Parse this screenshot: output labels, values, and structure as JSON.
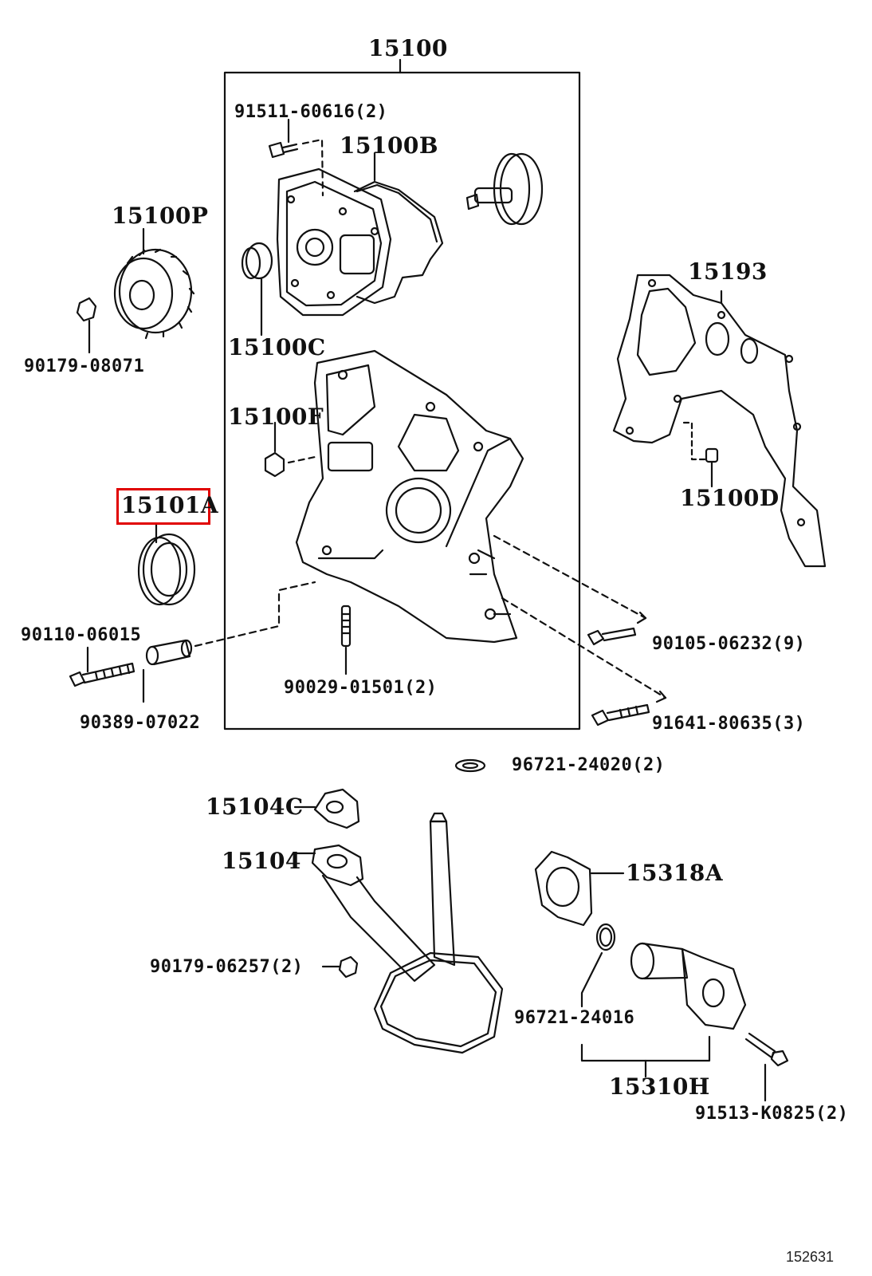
{
  "diagram": {
    "highlight_color": "#e00000",
    "highlighted_part": "15101A",
    "figure_number": "152631",
    "labels": {
      "p15100": "15100",
      "p91511": "91511-60616(2)",
      "p15100B": "15100B",
      "p15100P": "15100P",
      "p90179_08071": "90179-08071",
      "p15100C": "15100C",
      "p15193": "15193",
      "p15100F": "15100F",
      "p15100D": "15100D",
      "p15101A": "15101A",
      "p90110": "90110-06015",
      "p90105": "90105-06232(9)",
      "p90029": "90029-01501(2)",
      "p90389": "90389-07022",
      "p91641": "91641-80635(3)",
      "p96721_24020": "96721-24020(2)",
      "p15104C": "15104C",
      "p15104": "15104",
      "p15318A": "15318A",
      "p90179_06257": "90179-06257(2)",
      "p96721_24016": "96721-24016",
      "p15310H": "15310H",
      "p91513": "91513-K0825(2)"
    }
  }
}
